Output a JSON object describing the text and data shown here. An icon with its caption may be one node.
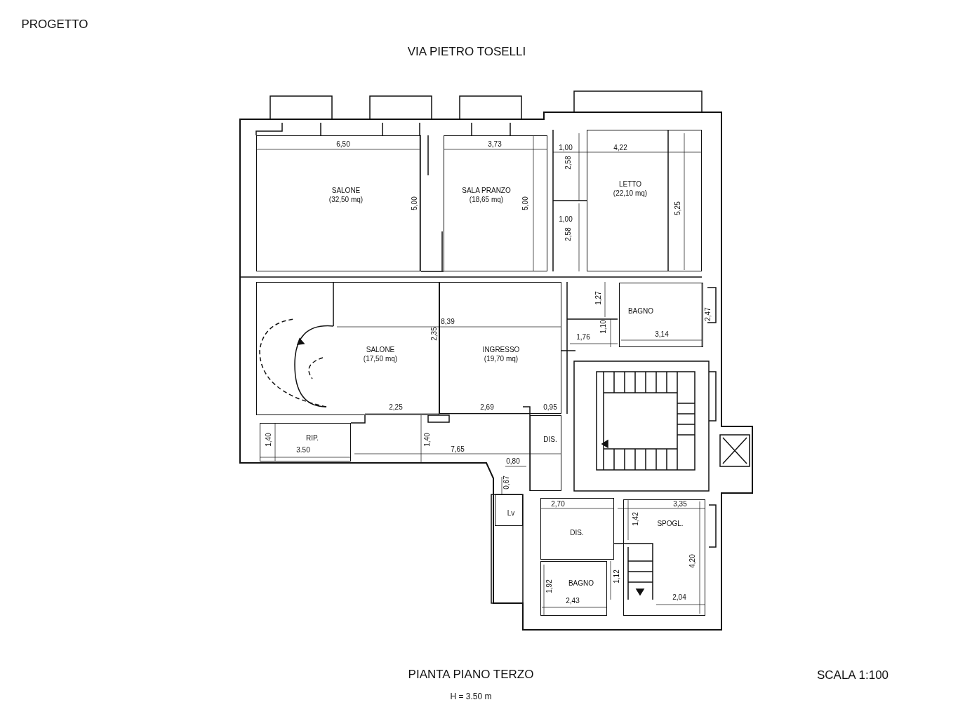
{
  "diagram": {
    "title": "PIANTA PIANO TERZO",
    "nodes": [
      {
        "text": [
          "SALONE",
          "(32,50 mq)"
        ]
      },
      {
        "text": [
          "SALA PRANZO",
          "(18,65 mq)"
        ]
      },
      {
        "text": [
          "LETTO",
          "(22,10 mq)"
        ]
      },
      {
        "text": [
          "SALONE",
          "(17,50 mq)"
        ]
      },
      {
        "text": [
          "INGRESSO",
          "(19,70 mq)"
        ]
      },
      {
        "text": [
          "BAGNO"
        ]
      },
      {
        "text": [
          "RIP."
        ]
      },
      {
        "text": [
          "DIS."
        ]
      },
      {
        "text": [
          "Lv"
        ]
      },
      {
        "text": [
          "DIS."
        ]
      },
      {
        "text": [
          "SPOGL."
        ]
      },
      {
        "text": [
          "BAGNO"
        ]
      }
    ],
    "labels": [
      "PROGETTO",
      "VIA PIETRO TOSELLI",
      "6,50",
      "3,73",
      "1,00",
      "4,22",
      "2,58",
      "5,00",
      "5,00",
      "5,25",
      "1,00",
      "2,58",
      "1,27",
      "2,47",
      "8,39",
      "2,35",
      "1,10",
      "1,76",
      "3,14",
      "2,25",
      "2,69",
      "0,95",
      "1,40",
      "3.50",
      "1,40",
      "7,65",
      "0,80",
      "0,67",
      "2,70",
      "3,35",
      "1,42",
      "4,20",
      "1,12",
      "1,92",
      "2,43",
      "2,04",
      "SCALA 1:100",
      "H = 3.50 m"
    ]
  }
}
